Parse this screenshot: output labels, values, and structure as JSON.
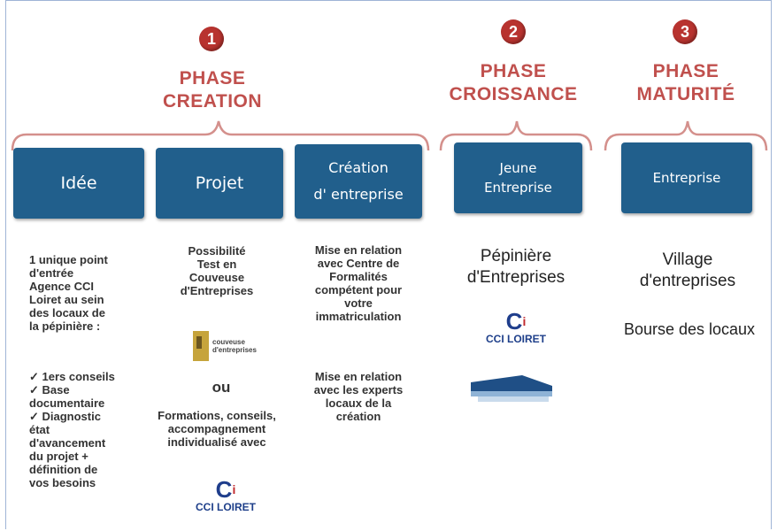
{
  "phases": [
    {
      "number": "1",
      "title_line1": "PHASE",
      "title_line2": "CREATION"
    },
    {
      "number": "2",
      "title_line1": "PHASE",
      "title_line2": "CROISSANCE"
    },
    {
      "number": "3",
      "title_line1": "PHASE",
      "title_line2": "MATURITÉ"
    }
  ],
  "boxes": {
    "idee": "Idée",
    "projet": "Projet",
    "creation_1": "Création",
    "creation_2": "d' entreprise",
    "jeune_1": "Jeune",
    "jeune_2": "Entreprise",
    "entreprise": "Entreprise"
  },
  "col1": {
    "lines": [
      "1 unique point",
      "d'entrée",
      "Agence CCI",
      "Loiret  au sein",
      "des locaux de",
      "la pépinière :"
    ],
    "checks": [
      "✓ 1ers conseils",
      "✓ Base",
      "documentaire",
      "✓ Diagnostic",
      "état",
      "d'avancement",
      "du projet +",
      "définition de",
      "vos besoins"
    ]
  },
  "col2": {
    "lines": [
      "Possibilité",
      "Test en",
      "Couveuse",
      "d'Entreprises"
    ],
    "couveuse_logo": "couveuse d'entreprises",
    "ou": "ou",
    "lines2": [
      "Formations, conseils,",
      "accompagnement",
      "individualisé avec"
    ],
    "cci": "CCI LOIRET"
  },
  "col3": {
    "lines": [
      "Mise en relation",
      "avec Centre de",
      "Formalités",
      "compétent pour",
      "votre",
      "immatriculation"
    ],
    "lines2": [
      "Mise en relation",
      "avec les experts",
      "locaux de la",
      "création"
    ]
  },
  "col4": {
    "line1": "Pépinière",
    "line2": "d'Entreprises",
    "cci": "CCI LOIRET"
  },
  "col5": {
    "line1": "Village",
    "line2": "d'entreprises",
    "line3": "Bourse des locaux"
  },
  "colors": {
    "phase": "#c0504d",
    "box": "#215f8c",
    "bracket": "#d4908c"
  }
}
